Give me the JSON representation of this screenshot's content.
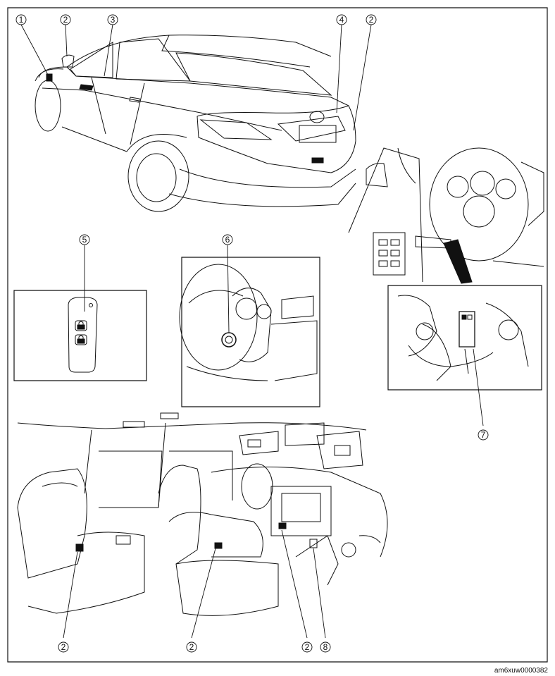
{
  "figure_code": "am6xuw0000382",
  "callouts": [
    {
      "id": "c1",
      "label": "1"
    },
    {
      "id": "c2a",
      "label": "2"
    },
    {
      "id": "c3",
      "label": "3"
    },
    {
      "id": "c4",
      "label": "4"
    },
    {
      "id": "c2b",
      "label": "2"
    },
    {
      "id": "c5",
      "label": "5"
    },
    {
      "id": "c6",
      "label": "6"
    },
    {
      "id": "c7",
      "label": "7"
    },
    {
      "id": "c2c",
      "label": "2"
    },
    {
      "id": "c2d",
      "label": "2"
    },
    {
      "id": "c2e",
      "label": "2"
    },
    {
      "id": "c8",
      "label": "8"
    }
  ]
}
